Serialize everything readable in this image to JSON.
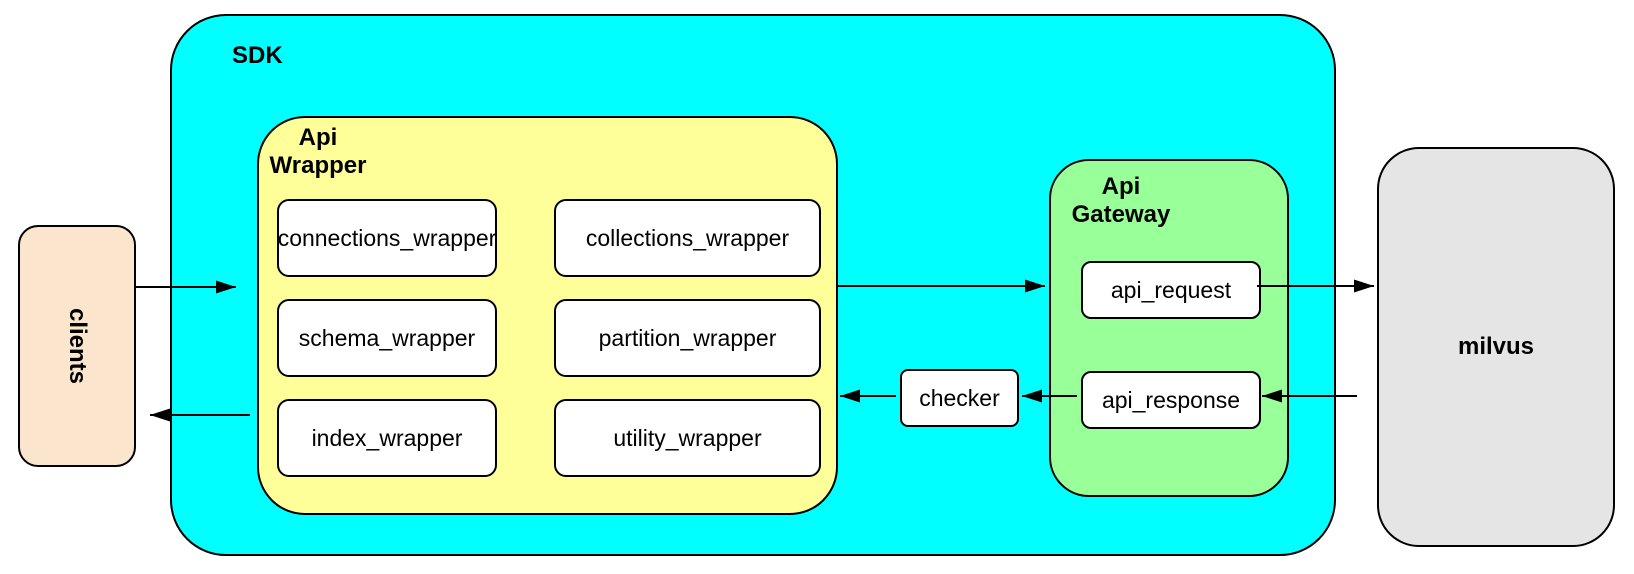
{
  "diagram": {
    "clients": {
      "label": "clients",
      "fill": "#FCE5CD"
    },
    "sdk": {
      "label": "SDK",
      "fill": "#00FFFF"
    },
    "api_wrapper": {
      "label": "Api\nWrapper",
      "fill": "#FFFF99",
      "module_fill": "#FFFFFF",
      "modules": [
        [
          "connections_wrapper",
          "collections_wrapper"
        ],
        [
          "schema_wrapper",
          "partition_wrapper"
        ],
        [
          "index_wrapper",
          "utility_wrapper"
        ]
      ]
    },
    "checker": {
      "label": "checker",
      "fill": "#FFFFFF"
    },
    "api_gateway": {
      "label": "Api\nGateway",
      "fill": "#99FF99",
      "request_label": "api_request",
      "response_label": "api_response",
      "box_fill": "#FFFFFF"
    },
    "milvus": {
      "label": "milvus",
      "fill": "#E5E5E5"
    },
    "stroke_color": "#000000",
    "edges": [
      {
        "from": "clients",
        "to": "SDK"
      },
      {
        "from": "Api Wrapper",
        "to": "Api Gateway"
      },
      {
        "from": "api_request",
        "to": "milvus"
      },
      {
        "from": "milvus",
        "to": "api_response"
      },
      {
        "from": "api_response",
        "to": "checker"
      },
      {
        "from": "checker",
        "to": "Api Wrapper"
      },
      {
        "from": "Api Wrapper",
        "to": "clients"
      }
    ]
  }
}
